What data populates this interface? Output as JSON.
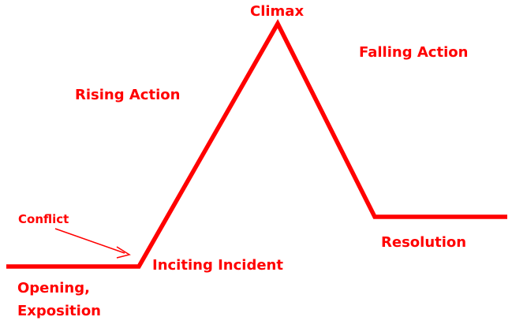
{
  "diagram": {
    "color": "#ff0000",
    "labels": {
      "climax": "Climax",
      "falling_action": "Falling Action",
      "rising_action": "Rising Action",
      "conflict": "Conflict",
      "inciting_incident": "Inciting Incident",
      "resolution": "Resolution",
      "opening_line1": "Opening,",
      "opening_line2": "Exposition"
    }
  }
}
